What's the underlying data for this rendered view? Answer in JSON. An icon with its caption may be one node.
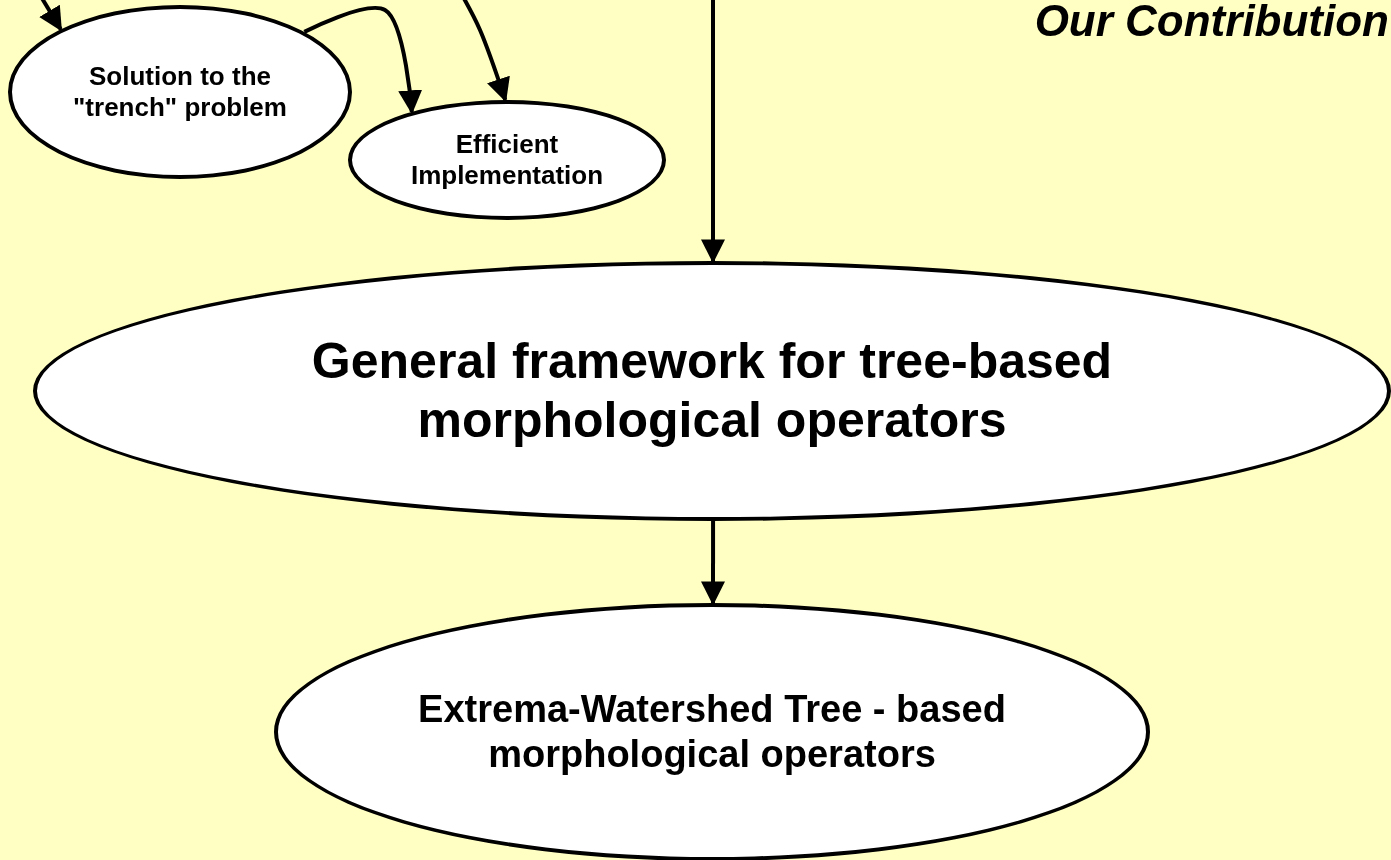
{
  "diagram": {
    "nodes": [
      {
        "text": [
          "Solution to the \"trench\" problem"
        ]
      },
      {
        "text": [
          "Efficient Implementation"
        ]
      },
      {
        "text": [
          "General framework for tree-based morphological operators"
        ]
      },
      {
        "text": [
          "Extrema-Watershed Tree - based morphological operators"
        ]
      }
    ],
    "edges": [
      {
        "from": null,
        "to": 0,
        "arrow": "to"
      },
      {
        "from": 0,
        "to": 1,
        "arrow": "to"
      },
      {
        "from": null,
        "to": 1,
        "arrow": "to"
      },
      {
        "from": null,
        "to": 2,
        "arrow": "to"
      },
      {
        "from": 2,
        "to": 3,
        "arrow": "to"
      }
    ],
    "labels": [
      "Our Contribution"
    ]
  }
}
